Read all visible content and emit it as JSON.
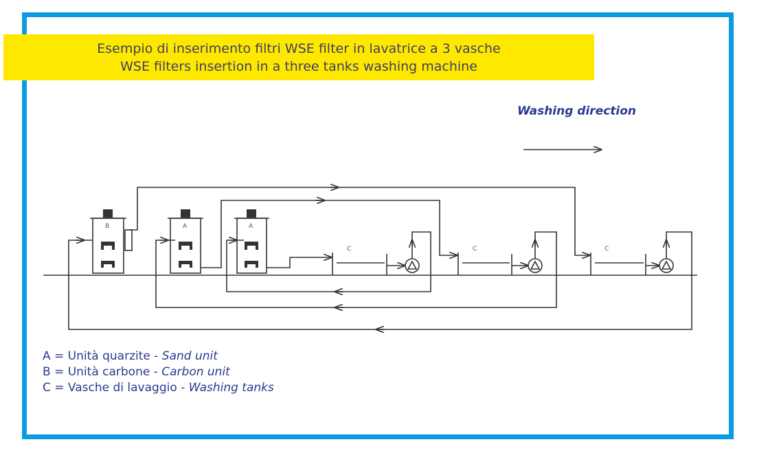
{
  "title": {
    "line1": "Esempio di inserimento filtri WSE filter in lavatrice a 3 vasche",
    "line2": "WSE filters insertion in a three tanks washing machine"
  },
  "direction_label": "Washing direction",
  "unit_labels": {
    "carbon": "B",
    "sand1": "A",
    "sand2": "A",
    "tank1": "C",
    "tank2": "C",
    "tank3": "C"
  },
  "legend": [
    {
      "key": "A = Unità quarzite - ",
      "en": "Sand unit"
    },
    {
      "key": "B = Unità carbone - ",
      "en": "Carbon unit"
    },
    {
      "key": "C = Vasche di lavaggio - ",
      "en": "Washing tanks"
    }
  ],
  "colors": {
    "frame": "#0a9be0",
    "banner": "#ffe800",
    "text": "#2b3990"
  }
}
